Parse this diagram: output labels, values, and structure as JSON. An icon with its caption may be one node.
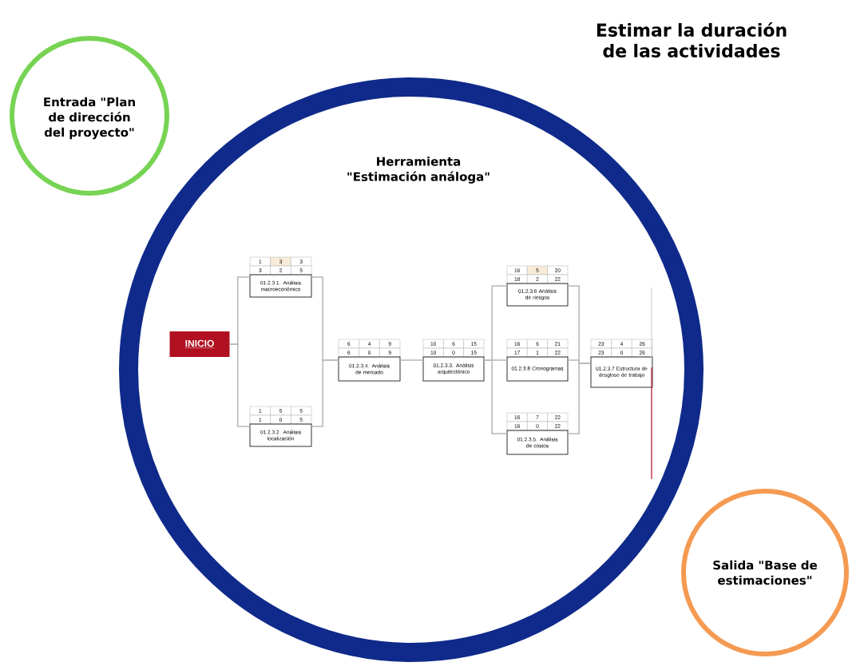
{
  "diagram": {
    "title": "Estimar la duración de las actividades",
    "nodes": [
      {
        "text": [
          "Entrada \"Plan de dirección del proyecto\""
        ]
      },
      {
        "text": [
          "Herramienta \"Estimación análoga\""
        ]
      },
      {
        "text": [
          "Salida \"Base de estimaciones\""
        ]
      },
      {
        "text": [
          "INICIO"
        ],
        "in": 1
      },
      {
        "text": [
          "1",
          "3",
          "3",
          "3",
          "2",
          "5",
          "01.2.3.1. Análisis macroeconómico"
        ],
        "in": 1
      },
      {
        "text": [
          "1",
          "5",
          "5",
          "1",
          "0",
          "5",
          "01.2.3.2. Análisis localización"
        ],
        "in": 1
      },
      {
        "text": [
          "6",
          "4",
          "9",
          "6",
          "0",
          "9",
          "01.2.3.4. Análisis de mercado"
        ],
        "in": 1
      },
      {
        "text": [
          "10",
          "6",
          "15",
          "10",
          "0",
          "15",
          "01.2.3.3. Análisis arquitectónico"
        ],
        "in": 1
      },
      {
        "text": [
          "16",
          "5",
          "20",
          "18",
          "2",
          "22",
          "01.2.3.6 Análisis de riesgos"
        ],
        "in": 1
      },
      {
        "text": [
          "16",
          "6",
          "21",
          "17",
          "1",
          "22",
          "01.2.3.8 Cronogramas"
        ],
        "in": 1
      },
      {
        "text": [
          "16",
          "7",
          "22",
          "16",
          "0",
          "22",
          "01.2.3.5. Análisis de costos"
        ],
        "in": 1
      },
      {
        "text": [
          "23",
          "4",
          "26",
          "23",
          "0",
          "26",
          "01.2.3.7 Estructura de desglose de trabajo"
        ],
        "in": 1
      }
    ],
    "edges": [
      {
        "from": 3,
        "to": 4,
        "arrow": "none"
      },
      {
        "from": 3,
        "to": 5,
        "arrow": "none"
      },
      {
        "from": 4,
        "to": 6,
        "arrow": "none"
      },
      {
        "from": 5,
        "to": 6,
        "arrow": "none"
      },
      {
        "from": 6,
        "to": 7,
        "arrow": "none"
      },
      {
        "from": 7,
        "to": 8,
        "arrow": "none"
      },
      {
        "from": 7,
        "to": 9,
        "arrow": "none"
      },
      {
        "from": 7,
        "to": 10,
        "arrow": "none"
      },
      {
        "from": 8,
        "to": 11,
        "arrow": "none"
      },
      {
        "from": 9,
        "to": 11,
        "arrow": "none"
      },
      {
        "from": 10,
        "to": 11,
        "arrow": "none"
      }
    ]
  }
}
